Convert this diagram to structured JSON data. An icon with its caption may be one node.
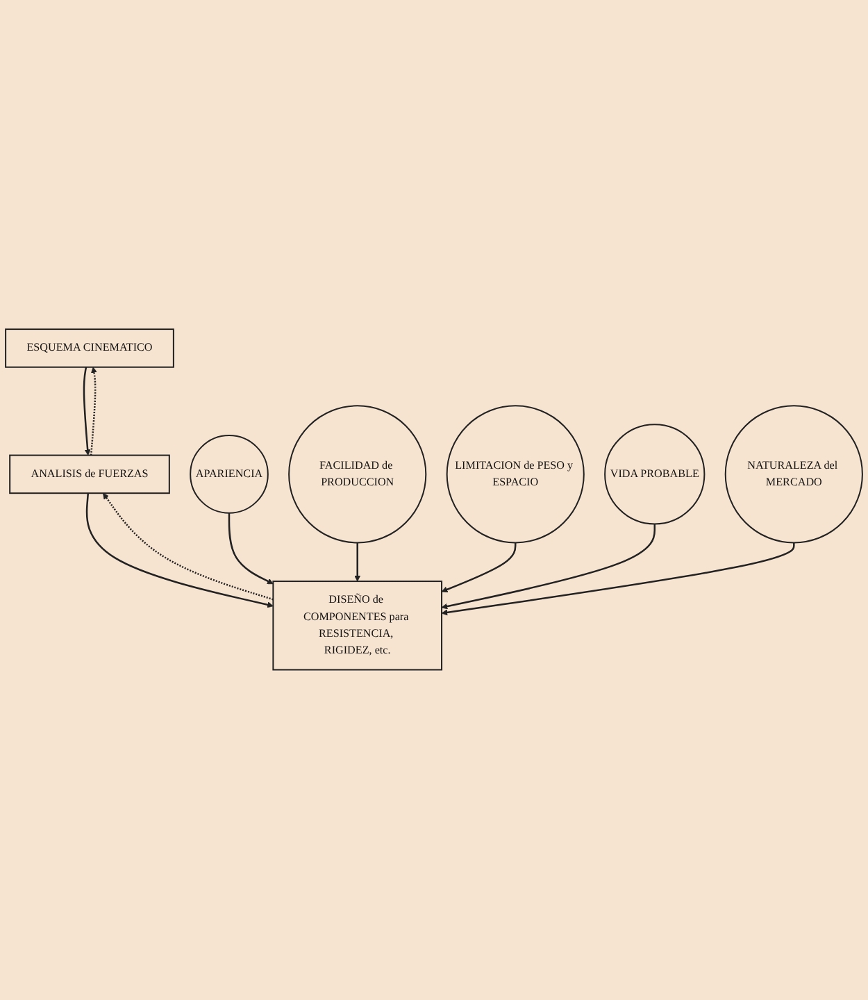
{
  "diagram": {
    "nodes": [
      {
        "text": [
          "ESQUEMA CINEMATICO"
        ]
      },
      {
        "text": [
          "ANALISIS de FUERZAS"
        ]
      },
      {
        "text": [
          "DISEÑO de COMPONENTES para RESISTENCIA, RIGIDEZ, etc."
        ]
      },
      {
        "text": [
          "APARIENCIA"
        ]
      },
      {
        "text": [
          "FACILIDAD de PRODUCCION"
        ]
      },
      {
        "text": [
          "LIMITACION de PESO y ESPACIO"
        ]
      },
      {
        "text": [
          "VIDA PROBABLE"
        ]
      },
      {
        "text": [
          "NATURALEZA del MERCADO"
        ]
      }
    ],
    "edges": [
      {
        "from": 0,
        "to": 1,
        "arrow": "to"
      },
      {
        "from": 1,
        "to": 0,
        "arrow": "to",
        "style": "dashed"
      },
      {
        "from": 1,
        "to": 2,
        "arrow": "to"
      },
      {
        "from": 2,
        "to": 1,
        "arrow": "to",
        "style": "dashed"
      },
      {
        "from": 3,
        "to": 2,
        "arrow": "to"
      },
      {
        "from": 4,
        "to": 2,
        "arrow": "to"
      },
      {
        "from": 5,
        "to": 2,
        "arrow": "to"
      },
      {
        "from": 6,
        "to": 2,
        "arrow": "to"
      },
      {
        "from": 7,
        "to": 2,
        "arrow": "to"
      }
    ]
  }
}
